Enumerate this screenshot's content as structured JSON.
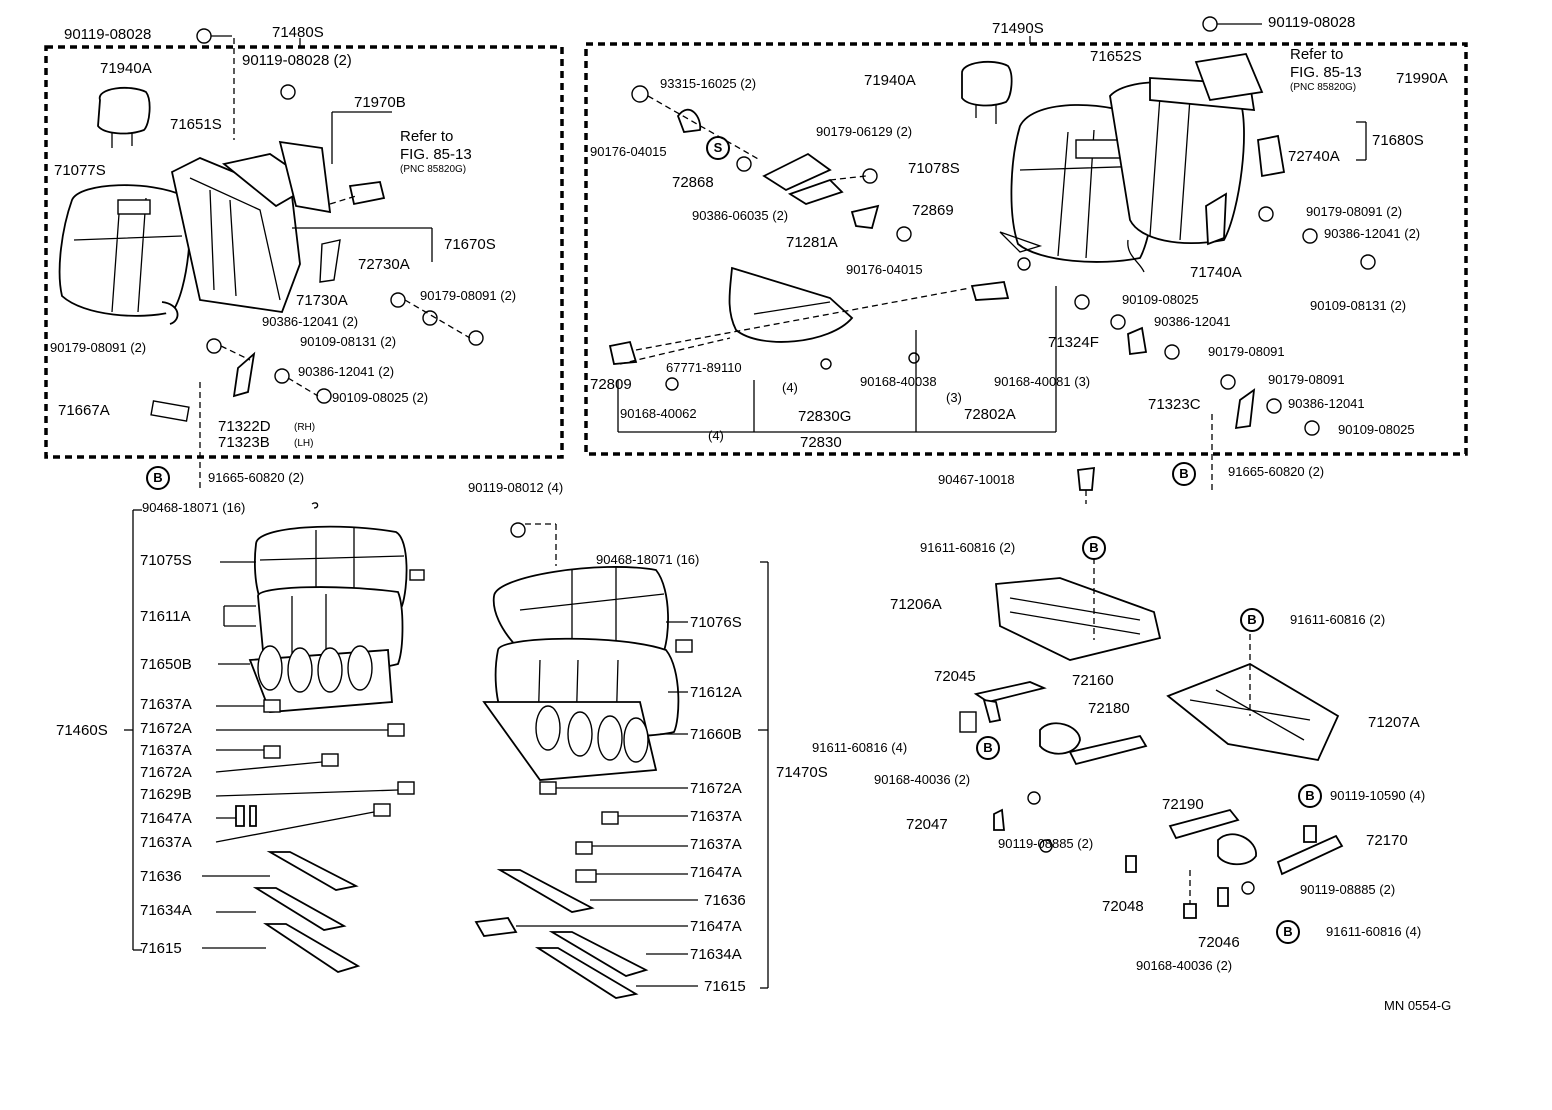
{
  "diagram": {
    "code": "MN 0554-G",
    "circle_b": "B",
    "circle_s": "S",
    "left_back": {
      "assembly": "71480S",
      "labels": {
        "bolt_top": "90119-08028",
        "bolt_top2": "90119-08028 (2)",
        "headrest": "71940A",
        "cover": "71077S",
        "pad": "71651S",
        "lock": "71970B",
        "refer1": "Refer to",
        "refer2": "FIG. 85-13",
        "refer3": "(PNC 85820G)",
        "frame": "71670S",
        "hinge": "72730A",
        "spring": "71730A",
        "nut1": "90179-08091 (2)",
        "washer1": "90386-12041 (2)",
        "bolt1": "90109-08131 (2)",
        "nut2": "90179-08091 (2)",
        "washer2": "90386-12041 (2)",
        "bolt2": "90109-08025 (2)",
        "cap": "71667A",
        "hinge_rh": "71322D",
        "rh": "(RH)",
        "hinge_lh": "71323B",
        "lh": "(LH)",
        "bolt_b": "91665-60820 (2)"
      }
    },
    "right_back": {
      "assembly": "71490S",
      "labels": {
        "bolt_top": "90119-08028",
        "headrest": "71940A",
        "pad": "71652S",
        "refer1": "Refer to",
        "refer2": "FIG. 85-13",
        "refer3": "(PNC 85820G)",
        "lock": "71990A",
        "screw": "93315-16025 (2)",
        "nut_a": "90176-04015",
        "nut_b": "90179-06129 (2)",
        "cover": "71078S",
        "frame": "71680S",
        "hinge_lock": "72740A",
        "hinge_a": "72868",
        "washer_a": "90386-06035 (2)",
        "bracket": "71281A",
        "hinge_b": "72869",
        "nut_c": "90176-04015",
        "nut_d": "90179-08091 (2)",
        "washer_b": "90386-12041 (2)",
        "spring": "71740A",
        "bolt_a": "90109-08131 (2)",
        "bolt_b": "90109-08025",
        "washer_c": "90386-12041",
        "stopper": "71324F",
        "nut_e": "90179-08091",
        "board": "72809",
        "clip": "67771-89110",
        "clip_qty": "(4)",
        "clip_b": "90168-40038",
        "clip_b_qty": "(3)",
        "clip_c": "90168-40081 (3)",
        "nut_f": "90179-08091",
        "hinge_c": "71323C",
        "washer_d": "90386-12041",
        "bolt_c": "90109-08025",
        "clip_d": "90168-40062",
        "clip_d_qty": "(4)",
        "guide": "72830G",
        "board_b": "72802A",
        "board_assy": "72830",
        "plug": "90467-10018",
        "bolt_b_circle": "91665-60820 (2)"
      }
    },
    "seat_left": {
      "assembly": "71460S",
      "labels": {
        "hog_ring": "90468-18071 (16)",
        "cover": "71075S",
        "pad": "71611A",
        "spring": "71650B",
        "clip1": "71637A",
        "clip2": "71672A",
        "clip3": "71637A",
        "clip4": "71672A",
        "clip5": "71629B",
        "clip6": "71647A",
        "clip7": "71637A",
        "strip1": "71636",
        "strip2": "71634A",
        "strip3": "71615"
      }
    },
    "seat_right": {
      "assembly": "71470S",
      "labels": {
        "bolt": "90119-08012 (4)",
        "hog_ring": "90468-18071 (16)",
        "cover": "71076S",
        "pad": "71612A",
        "spring": "71660B",
        "clip1": "71672A",
        "clip2": "71637A",
        "clip3": "71637A",
        "clip4": "71647A",
        "strip1": "71636",
        "clip5": "71647A",
        "strip2": "71634A",
        "strip3": "71615"
      }
    },
    "track": {
      "labels": {
        "bolt_b1": "91611-60816 (2)",
        "rail_a": "71206A",
        "cover_a": "72045",
        "slider": "72160",
        "motor": "72180",
        "bolt_b2": "91611-60816 (4)",
        "clip_a": "90168-40036 (2)",
        "cover_b": "72047",
        "bolt_c": "90119-08885 (2)",
        "cover_c": "72048",
        "motor_b": "72190",
        "clip_b": "90168-40036 (2)",
        "cover_d": "72046",
        "bolt_b3": "91611-60816 (2)",
        "frame_b": "71207A",
        "bolt_b4": "90119-10590 (4)",
        "slider_b": "72170",
        "bolt_d": "90119-08885 (2)",
        "bolt_b5": "91611-60816 (4)"
      }
    }
  }
}
